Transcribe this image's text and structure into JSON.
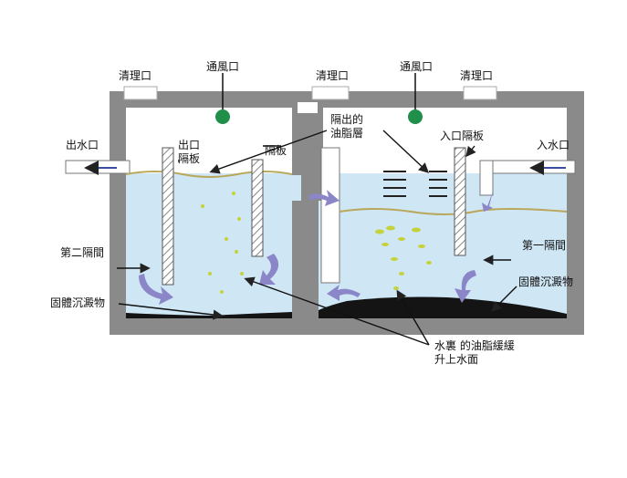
{
  "labels": {
    "cleanout_left": "清理口",
    "vent_left": "通風口",
    "cleanout_mid": "清理口",
    "vent_right": "通風口",
    "cleanout_right": "清理口",
    "outlet": "出水口",
    "inlet": "入水口",
    "outlet_baffle": "出口\n隔板",
    "baffle": "隔板",
    "separated_grease": "隔出的\n油脂層",
    "inlet_baffle": "入口隔板",
    "second_compartment": "第二隔間",
    "first_compartment": "第一隔間",
    "solids_left": "固體沉澱物",
    "solids_right": "固體沉澱物",
    "rising_grease": "水裏 的油脂緩緩\n升上水面"
  },
  "colors": {
    "wall": "#8a8a8a",
    "wall_dark": "#5c5c5c",
    "water": "#cfe6f5",
    "grease_line": "#b9a75a",
    "sludge": "#141414",
    "vent_green": "#1f8f4a",
    "arrow_purple": "#8a86c8",
    "bubble": "#c6d23a"
  }
}
